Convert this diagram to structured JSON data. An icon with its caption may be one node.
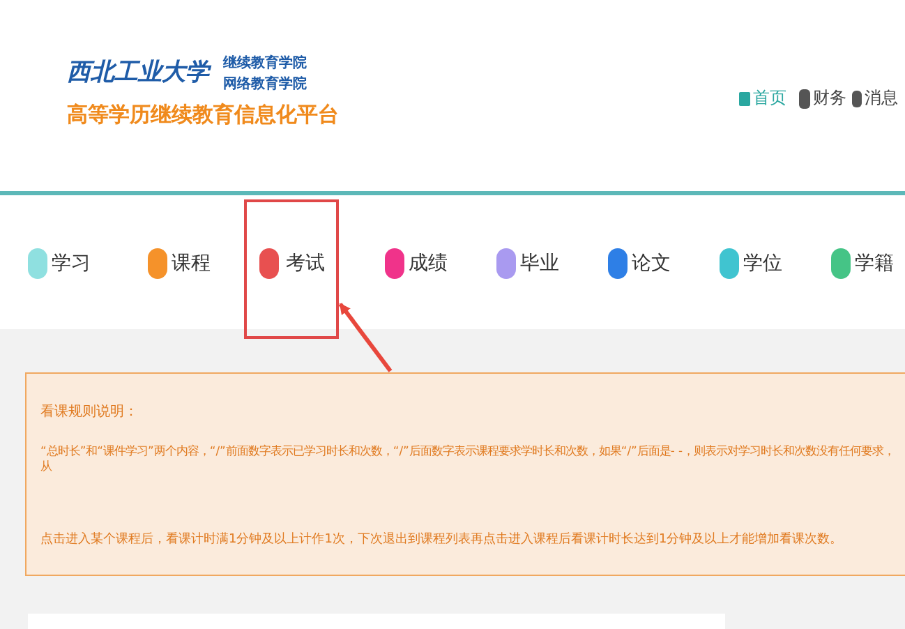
{
  "diagram": {
    "nodes": [
      {
        "text": [
          "考试"
        ]
      },
      {
        "text": [
          "看课规则说明：",
          "“总时长”和“课件学习”两个内容，“/”前面数字表示已学习时长和次数，“/”后面数字表示课程要求学时长和次数，如果“/”后面是- -，则表示对学习时长和次数没有任何要求，从",
          "点击进入某个课程后，看课计时满1分钟及以上计作1次，下次退出到课程列表再点击进入课程后看课计时长达到1分钟及以上才能增加看课次数。"
        ]
      }
    ],
    "edges": [
      {
        "from": 1,
        "to": 0,
        "arrow": "to",
        "color": "#e8473c"
      }
    ],
    "labels": [
      "西北工业大学",
      "继续教育学院",
      "网络教育学院",
      "高等学历继续教育信息化平台",
      "首页",
      "财务",
      "消息",
      "学习",
      "课程",
      "成绩",
      "毕业",
      "论文",
      "学位",
      "学籍"
    ]
  }
}
